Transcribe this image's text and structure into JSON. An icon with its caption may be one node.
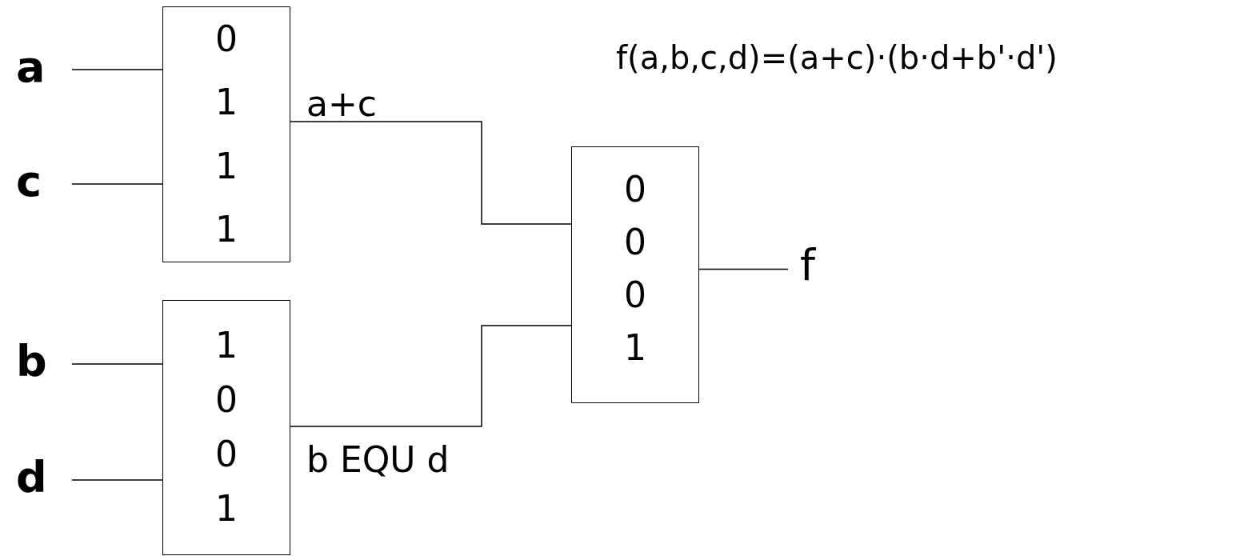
{
  "diagram": {
    "nodes": [
      {
        "text": [
          "a"
        ]
      },
      {
        "text": [
          "c"
        ]
      },
      {
        "text": [
          "b"
        ]
      },
      {
        "text": [
          "d"
        ]
      },
      {
        "text": [
          "0",
          "1",
          "1",
          "1"
        ]
      },
      {
        "text": [
          "1",
          "0",
          "0",
          "1"
        ]
      },
      {
        "text": [
          "0",
          "0",
          "0",
          "1"
        ]
      },
      {
        "text": [
          "f"
        ]
      }
    ],
    "edges": [
      {
        "from": 0,
        "to": 4,
        "arrow": "none"
      },
      {
        "from": 1,
        "to": 4,
        "arrow": "none"
      },
      {
        "from": 2,
        "to": 5,
        "arrow": "none"
      },
      {
        "from": 3,
        "to": 5,
        "arrow": "none"
      },
      {
        "from": 4,
        "to": 6,
        "arrow": "none",
        "label": "a+c"
      },
      {
        "from": 5,
        "to": 6,
        "arrow": "none",
        "label": "b EQU d"
      },
      {
        "from": 6,
        "to": 7,
        "arrow": "none"
      }
    ],
    "labels": [
      "f(a,b,c,d)=(a+c)·(b·d+b'·d')"
    ]
  }
}
